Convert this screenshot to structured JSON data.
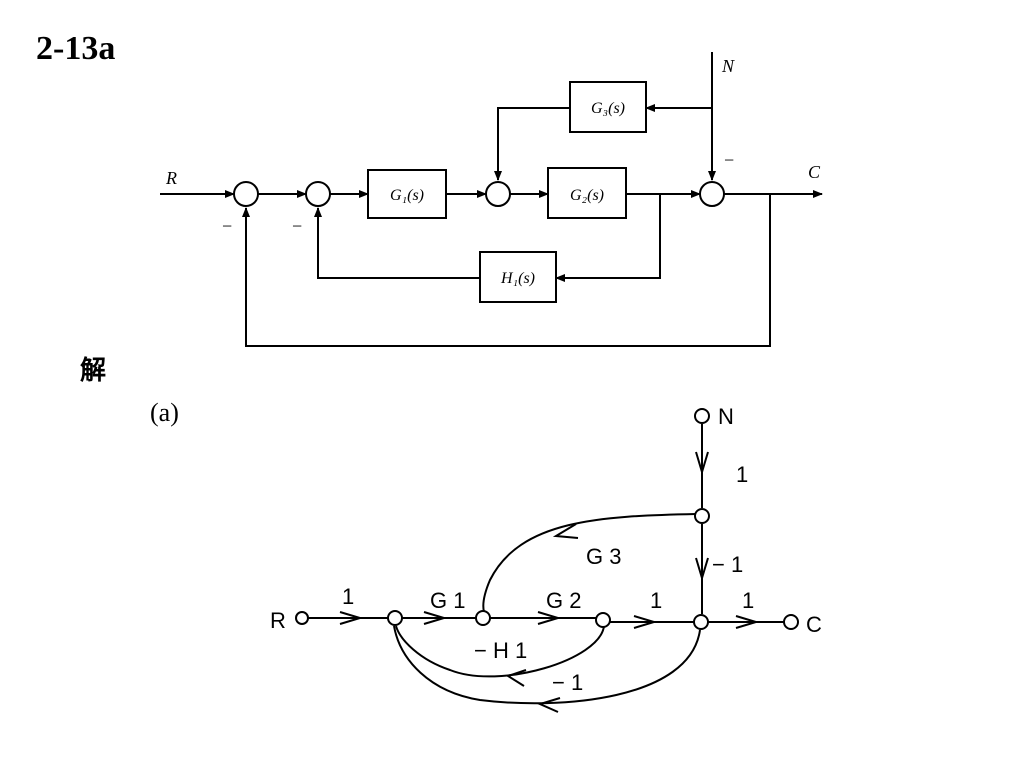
{
  "title": "2-13a",
  "solution_label": "解",
  "part_label": "(a)",
  "block_diagram": {
    "input": "R",
    "output": "C",
    "disturbance": "N",
    "blocks": {
      "g1": "G₁(s)",
      "g2": "G₂(s)",
      "g3": "G₃(s)",
      "h1": "H₁(s)"
    },
    "signs": {
      "sum1_minus": "−",
      "sum2_minus": "−",
      "sum4_minus": "−"
    }
  },
  "signal_flow_graph": {
    "nodes": {
      "r": "R",
      "c": "C",
      "n": "N"
    },
    "gains": {
      "r_to_x1": "1",
      "x1_to_x2": "G 1",
      "x2_to_x3": "G 2",
      "x3_to_x4": "1",
      "x4_to_c": "1",
      "n_to_x5": "1",
      "x5_to_x4": "− 1",
      "x5_to_x2": "G 3",
      "x3_to_x1": "− H 1",
      "x4_to_x1": "− 1"
    }
  }
}
